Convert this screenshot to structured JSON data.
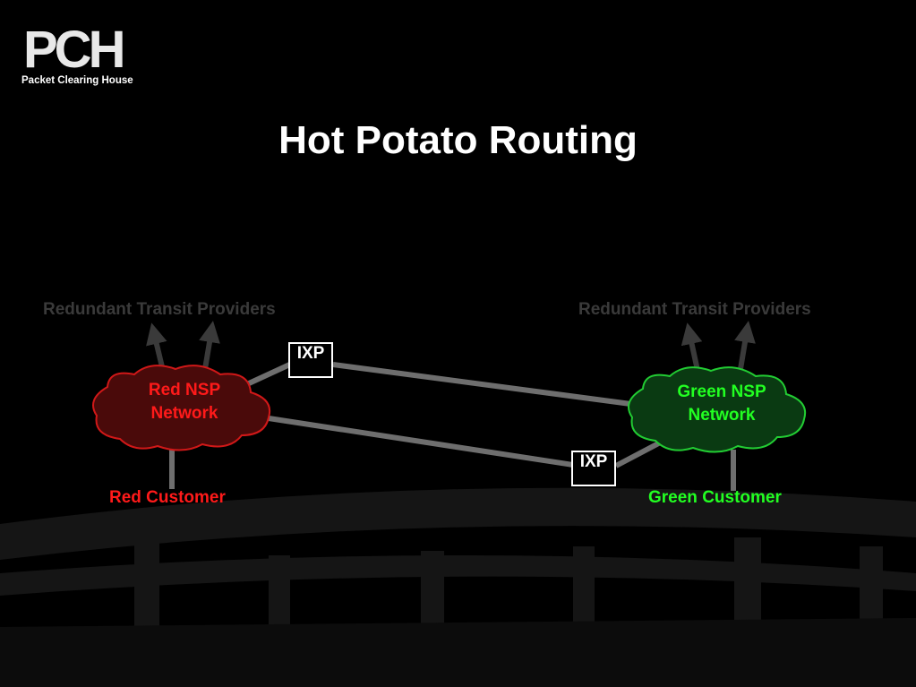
{
  "logo": {
    "letters": "PCH",
    "subtitle": "Packet Clearing House"
  },
  "title": "Hot Potato Routing",
  "left": {
    "transit_label": "Redundant Transit Providers",
    "network_line1": "Red NSP",
    "network_line2": "Network",
    "customer_label": "Red Customer"
  },
  "right": {
    "transit_label": "Redundant Transit Providers",
    "network_line1": "Green NSP",
    "network_line2": "Network",
    "customer_label": "Green Customer"
  },
  "ixp_top": "IXP",
  "ixp_bottom": "IXP",
  "colors": {
    "red_text": "#ff1a1a",
    "red_cloud_fill": "#4a0a0a",
    "green_text": "#22ff22",
    "green_cloud_fill": "#0a3a12",
    "link": "#6e6e6e",
    "transit_text": "#3a3a3a"
  }
}
